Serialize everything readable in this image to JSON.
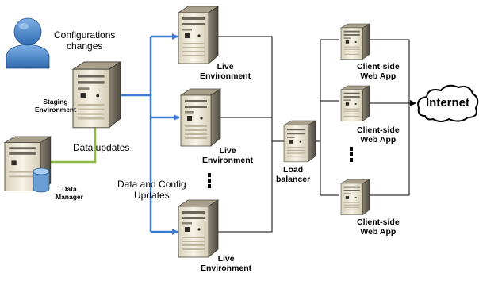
{
  "labels": {
    "config_changes": "Configurations\nchanges",
    "staging_env": "Staging\nEnvironment",
    "data_updates": "Data updates",
    "data_manager": "Data\nManager",
    "data_config_updates": "Data and Config\nUpdates",
    "live_env_1": "Live\nEnvironment",
    "live_env_2": "Live\nEnvironment",
    "live_env_3": "Live\nEnvironment",
    "load_balancer": "Load\nbalancer",
    "client_web_app_1": "Client-side\nWeb App",
    "client_web_app_2": "Client-side\nWeb App",
    "client_web_app_3": "Client-side\nWeb App",
    "internet": "Internet"
  },
  "colors": {
    "blue_arrow": "#3a7bd5",
    "green_line": "#8db84a",
    "black_line": "#000000",
    "server_light": "#f2ecd9",
    "server_dark": "#5c584d",
    "user_blue": "#4a86c8",
    "db_blue": "#6a9fd4"
  }
}
